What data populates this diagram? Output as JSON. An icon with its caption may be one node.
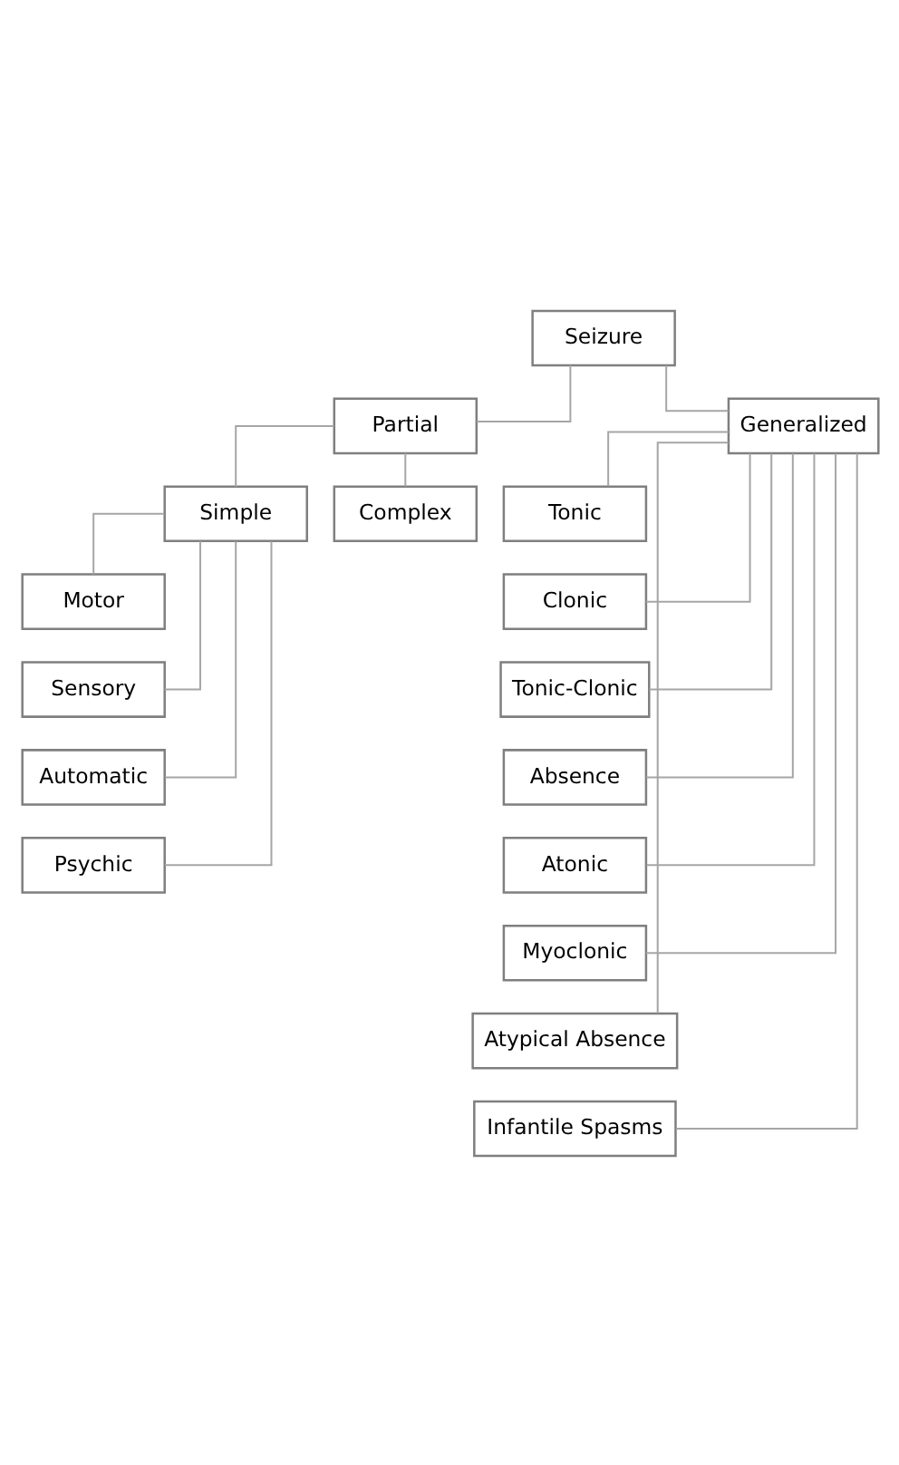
{
  "diagram": {
    "nodes": [
      {
        "text": [
          "Seizure"
        ]
      },
      {
        "text": [
          "Partial"
        ]
      },
      {
        "text": [
          "Generalized"
        ]
      },
      {
        "text": [
          "Simple"
        ]
      },
      {
        "text": [
          "Complex"
        ]
      },
      {
        "text": [
          "Motor"
        ]
      },
      {
        "text": [
          "Sensory"
        ]
      },
      {
        "text": [
          "Automatic"
        ]
      },
      {
        "text": [
          "Psychic"
        ]
      },
      {
        "text": [
          "Tonic"
        ]
      },
      {
        "text": [
          "Clonic"
        ]
      },
      {
        "text": [
          "Tonic-Clonic"
        ]
      },
      {
        "text": [
          "Absence"
        ]
      },
      {
        "text": [
          "Atonic"
        ]
      },
      {
        "text": [
          "Myoclonic"
        ]
      },
      {
        "text": [
          "Atypical Absence"
        ]
      },
      {
        "text": [
          "Infantile Spasms"
        ]
      }
    ],
    "edges": [
      {
        "from": 0,
        "to": 1,
        "arrow": "none"
      },
      {
        "from": 0,
        "to": 2,
        "arrow": "none"
      },
      {
        "from": 1,
        "to": 3,
        "arrow": "none"
      },
      {
        "from": 1,
        "to": 4,
        "arrow": "none"
      },
      {
        "from": 3,
        "to": 5,
        "arrow": "none"
      },
      {
        "from": 3,
        "to": 6,
        "arrow": "none"
      },
      {
        "from": 3,
        "to": 7,
        "arrow": "none"
      },
      {
        "from": 3,
        "to": 8,
        "arrow": "none"
      },
      {
        "from": 2,
        "to": 9,
        "arrow": "none"
      },
      {
        "from": 2,
        "to": 10,
        "arrow": "none"
      },
      {
        "from": 2,
        "to": 11,
        "arrow": "none"
      },
      {
        "from": 2,
        "to": 12,
        "arrow": "none"
      },
      {
        "from": 2,
        "to": 13,
        "arrow": "none"
      },
      {
        "from": 2,
        "to": 14,
        "arrow": "none"
      },
      {
        "from": 2,
        "to": 15,
        "arrow": "none"
      },
      {
        "from": 2,
        "to": 16,
        "arrow": "none"
      }
    ]
  }
}
